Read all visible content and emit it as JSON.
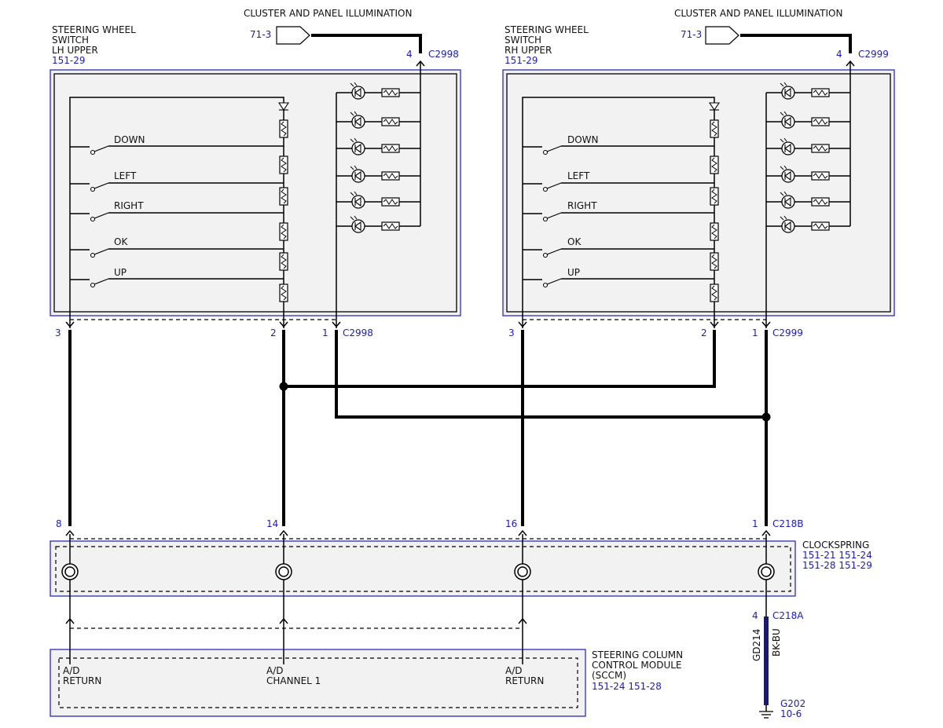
{
  "left_switch": {
    "title": [
      "STEERING WHEEL",
      "SWITCH",
      "LH UPPER"
    ],
    "ref": "151-29",
    "illum_title": "CLUSTER AND PANEL ILLUMINATION",
    "illum_ref": "71-3",
    "top_pin": "4",
    "top_connector": "C2998",
    "switches": [
      "DOWN",
      "LEFT",
      "RIGHT",
      "OK",
      "UP"
    ],
    "bottom_pins": [
      "3",
      "2",
      "1"
    ],
    "bottom_connector": "C2998"
  },
  "right_switch": {
    "title": [
      "STEERING WHEEL",
      "SWITCH",
      "RH UPPER"
    ],
    "ref": "151-29",
    "illum_title": "CLUSTER AND PANEL ILLUMINATION",
    "illum_ref": "71-3",
    "top_pin": "4",
    "top_connector": "C2999",
    "switches": [
      "DOWN",
      "LEFT",
      "RIGHT",
      "OK",
      "UP"
    ],
    "bottom_pins": [
      "3",
      "2",
      "1"
    ],
    "bottom_connector": "C2999"
  },
  "clockspring": {
    "pins": [
      "8",
      "14",
      "16",
      "1"
    ],
    "connector": "C218B",
    "title": "CLOCKSPRING",
    "refs": [
      "151-21  151-24",
      "151-28  151-29"
    ],
    "lower_pin": "4",
    "lower_connector": "C218A"
  },
  "ground": {
    "circuit": "GD214",
    "color": "BK-BU",
    "name": "G202",
    "ref": "10-6"
  },
  "sccm": {
    "title": [
      "STEERING COLUMN",
      "CONTROL MODULE",
      "(SCCM)"
    ],
    "refs": "151-24  151-28",
    "inputs": [
      [
        "A/D",
        "RETURN"
      ],
      [
        "A/D",
        "CHANNEL 1"
      ],
      [
        "A/D",
        "RETURN"
      ]
    ]
  },
  "colors": {
    "label_blue": "#1a1acc",
    "box_blue": "#2a2acc",
    "box_fill": "#f2f2f2"
  }
}
